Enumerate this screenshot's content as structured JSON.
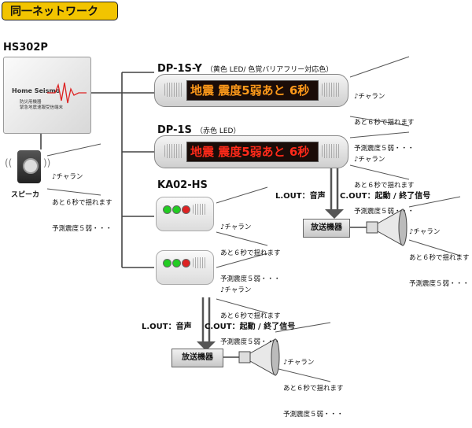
{
  "header": {
    "title": "同一ネットワーク",
    "color": "#f2c400"
  },
  "main_unit": {
    "model": "HS302P",
    "brand": "Home Seismo",
    "line1": "防災用機器",
    "line2": "緊急地震速報受信端末"
  },
  "speaker": {
    "label": "スピーカ"
  },
  "bubble_text": {
    "line1": "♪チャラン",
    "line2": "あと６秒で揺れます",
    "line3": "予測震度５弱・・・"
  },
  "display_yellow": {
    "model": "DP-1S-Y",
    "note": "（黄色 LED/ 色覚バリアフリー対応色）",
    "screen_text": "地震 震度5弱あと 6秒",
    "led_color": "#ff9a1a"
  },
  "display_red": {
    "model": "DP-1S",
    "note": "（赤色 LED）",
    "screen_text": "地震 震度5弱あと 6秒",
    "led_color": "#ff2a1a"
  },
  "console": {
    "model": "KA02-HS"
  },
  "outputs": {
    "lout": "L.OUT：音声",
    "cout": "C.OUT：起動 / 終了信号"
  },
  "broadcast": {
    "label": "放送機器"
  }
}
